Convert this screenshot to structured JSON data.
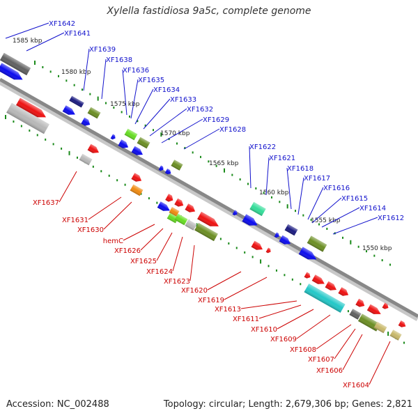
{
  "title": "Xylella fastidiosa 9a5c, complete genome",
  "footer": {
    "accession": "Accession: NC_002488",
    "topology": "Topology: circular; Length: 2,679,306 bp; Genes: 2,821"
  },
  "scale_labels": [
    "1585 kbp",
    "1580 kbp",
    "1575 kbp",
    "1570 kbp",
    "1565 kbp",
    "1560 kbp",
    "1555 kbp",
    "1550 kbp"
  ],
  "forward_labels": [
    "XF1642",
    "XF1641",
    "XF1639",
    "XF1638",
    "XF1636",
    "XF1635",
    "XF1634",
    "XF1633",
    "XF1632",
    "XF1629",
    "XF1628",
    "XF1622",
    "XF1621",
    "XF1618",
    "XF1617",
    "XF1616",
    "XF1615",
    "XF1614",
    "XF1612"
  ],
  "reverse_labels": [
    "XF1637",
    "XF1631",
    "XF1630",
    "hemC",
    "XF1626",
    "XF1625",
    "XF1624",
    "XF1623",
    "XF1620",
    "XF1619",
    "XF1613",
    "XF1611",
    "XF1610",
    "XF1609",
    "XF1608",
    "XF1607",
    "XF1606",
    "XF1604"
  ],
  "colors": {
    "forward_label": "#1010cc",
    "reverse_label": "#cc0000",
    "backbone": "#888888",
    "tick": "#1a8a1a",
    "gene_blue": "#0a0aee",
    "gene_red": "#ee1111",
    "gene_olive": "#6b8e23",
    "gene_gray": "#b8b8b8",
    "gene_dark": "#606060",
    "gene_cyan": "#22c8c8",
    "gene_mint": "#33dd99",
    "gene_navy": "#1a1a80",
    "gene_orange": "#f08a10",
    "gene_khaki": "#c8b86a",
    "gene_lime": "#66dd22"
  }
}
